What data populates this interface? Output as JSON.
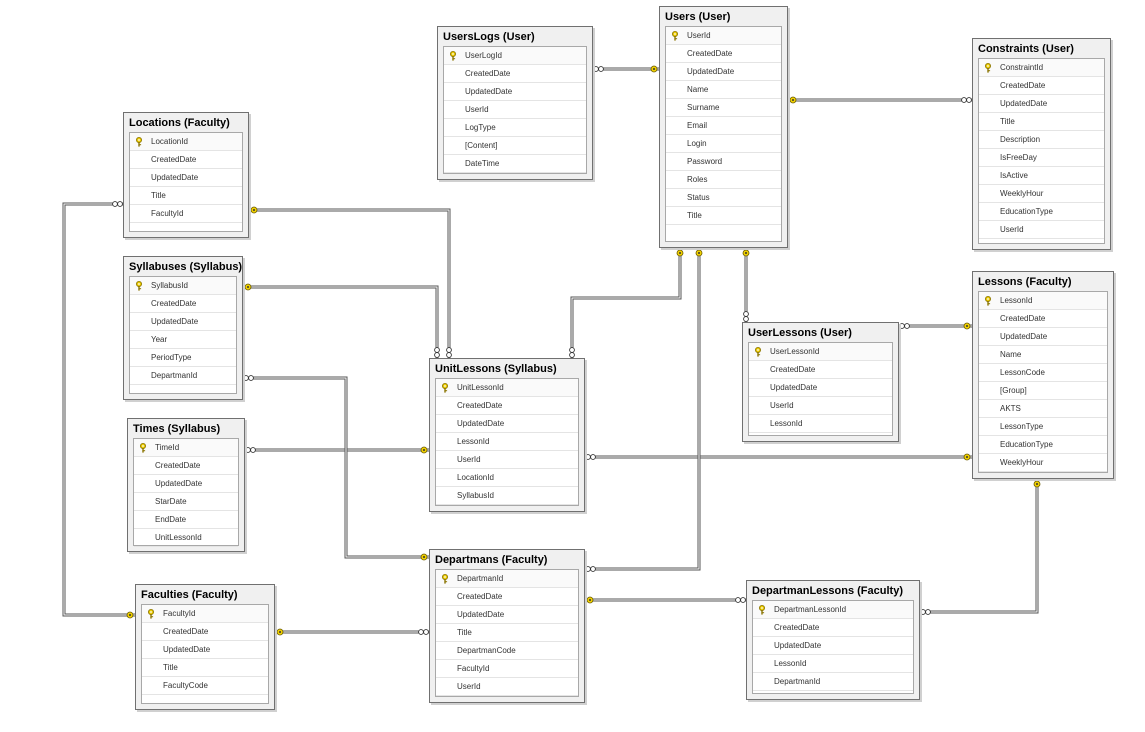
{
  "tables": [
    {
      "id": "UsersLogs",
      "title": "UsersLogs (User)",
      "pk": "UserLogId",
      "fields": [
        "CreatedDate",
        "UpdatedDate",
        "UserId",
        "LogType",
        "[Content]",
        "DateTime"
      ]
    },
    {
      "id": "Users",
      "title": "Users (User)",
      "pk": "UserId",
      "fields": [
        "CreatedDate",
        "UpdatedDate",
        "Name",
        "Surname",
        "Email",
        "Login",
        "Password",
        "Roles",
        "Status",
        "Title"
      ]
    },
    {
      "id": "Constraints",
      "title": "Constraints (User)",
      "pk": "ConstraintId",
      "fields": [
        "CreatedDate",
        "UpdatedDate",
        "Title",
        "Description",
        "IsFreeDay",
        "IsActive",
        "WeeklyHour",
        "EducationType",
        "UserId"
      ]
    },
    {
      "id": "Locations",
      "title": "Locations (Faculty)",
      "pk": "LocationId",
      "fields": [
        "CreatedDate",
        "UpdatedDate",
        "Title",
        "FacultyId"
      ]
    },
    {
      "id": "Syllabuses",
      "title": "Syllabuses (Syllabus)",
      "pk": "SyllabusId",
      "fields": [
        "CreatedDate",
        "UpdatedDate",
        "Year",
        "PeriodType",
        "DepartmanId"
      ]
    },
    {
      "id": "Times",
      "title": "Times (Syllabus)",
      "pk": "TimeId",
      "fields": [
        "CreatedDate",
        "UpdatedDate",
        "StarDate",
        "EndDate",
        "UnitLessonId"
      ]
    },
    {
      "id": "UnitLessons",
      "title": "UnitLessons (Syllabus)",
      "pk": "UnitLessonId",
      "fields": [
        "CreatedDate",
        "UpdatedDate",
        "LessonId",
        "UserId",
        "LocationId",
        "SyllabusId"
      ]
    },
    {
      "id": "UserLessons",
      "title": "UserLessons (User)",
      "pk": "UserLessonId",
      "fields": [
        "CreatedDate",
        "UpdatedDate",
        "UserId",
        "LessonId"
      ]
    },
    {
      "id": "Lessons",
      "title": "Lessons (Faculty)",
      "pk": "LessonId",
      "fields": [
        "CreatedDate",
        "UpdatedDate",
        "Name",
        "LessonCode",
        "[Group]",
        "AKTS",
        "LessonType",
        "EducationType",
        "WeeklyHour"
      ]
    },
    {
      "id": "Faculties",
      "title": "Faculties (Faculty)",
      "pk": "FacultyId",
      "fields": [
        "CreatedDate",
        "UpdatedDate",
        "Title",
        "FacultyCode"
      ]
    },
    {
      "id": "Departmans",
      "title": "Departmans (Faculty)",
      "pk": "DepartmanId",
      "fields": [
        "CreatedDate",
        "UpdatedDate",
        "Title",
        "DepartmanCode",
        "FacultyId",
        "UserId"
      ]
    },
    {
      "id": "DepartmanLessons",
      "title": "DepartmanLessons (Faculty)",
      "pk": "DepartmanLessonId",
      "fields": [
        "CreatedDate",
        "UpdatedDate",
        "LessonId",
        "DepartmanId"
      ]
    }
  ],
  "relationships": [
    {
      "from": "UsersLogs",
      "to": "Users"
    },
    {
      "from": "Constraints",
      "to": "Users"
    },
    {
      "from": "UserLessons",
      "to": "Users"
    },
    {
      "from": "UserLessons",
      "to": "Lessons"
    },
    {
      "from": "UnitLessons",
      "to": "Users"
    },
    {
      "from": "UnitLessons",
      "to": "Locations"
    },
    {
      "from": "UnitLessons",
      "to": "Syllabuses"
    },
    {
      "from": "Times",
      "to": "UnitLessons"
    },
    {
      "from": "UnitLessons",
      "to": "Lessons"
    },
    {
      "from": "Syllabuses",
      "to": "Departmans"
    },
    {
      "from": "Locations",
      "to": "Faculties"
    },
    {
      "from": "Departmans",
      "to": "Faculties"
    },
    {
      "from": "Departmans",
      "to": "Users"
    },
    {
      "from": "DepartmanLessons",
      "to": "Departmans"
    },
    {
      "from": "DepartmanLessons",
      "to": "Lessons"
    }
  ],
  "colors": {
    "key": "#e8c800",
    "line": "#555555",
    "end": "#f0d000"
  },
  "icons": {
    "primary_key": "key-icon"
  }
}
